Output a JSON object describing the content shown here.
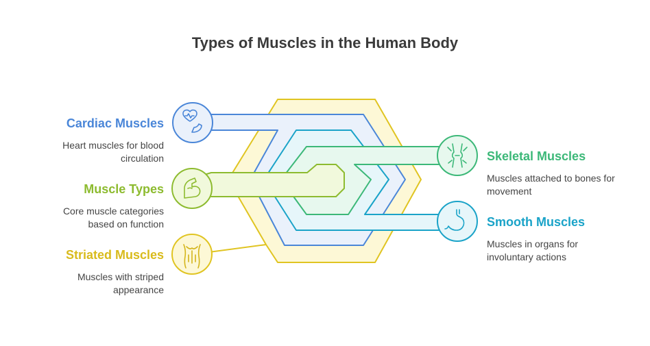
{
  "title": "Types of Muscles in the Human Body",
  "items": {
    "cardiac": {
      "label": "Cardiac Muscles",
      "desc": "Heart muscles for blood circulation",
      "color": "#4a86d8",
      "icon": "heart-arm-icon"
    },
    "types": {
      "label": "Muscle Types",
      "desc": "Core muscle categories based on function",
      "color": "#8dbb2f",
      "icon": "flexed-arm-icon"
    },
    "striated": {
      "label": "Striated Muscles",
      "desc": "Muscles with striped appearance",
      "color": "#e0c421",
      "icon": "torso-icon"
    },
    "skeletal": {
      "label": "Skeletal Muscles",
      "desc": "Muscles attached to bones for movement",
      "color": "#3cb878",
      "icon": "knee-joint-icon"
    },
    "smooth": {
      "label": "Smooth Muscles",
      "desc": "Muscles in organs for involuntary actions",
      "color": "#1aa3c8",
      "icon": "stomach-icon"
    }
  }
}
